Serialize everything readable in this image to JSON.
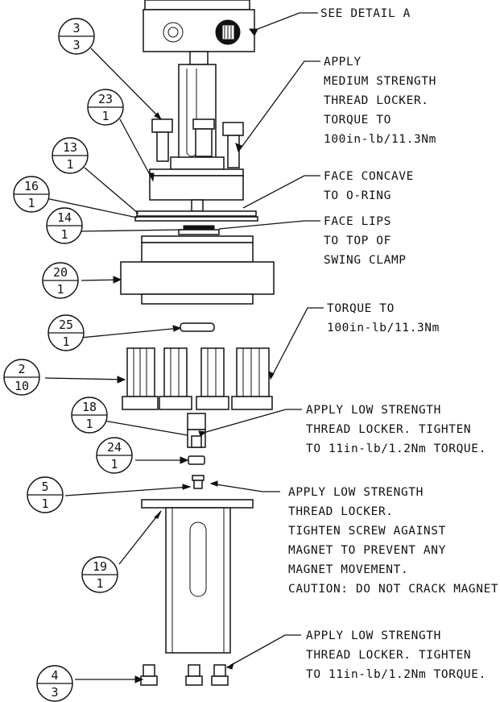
{
  "notes": {
    "detail": "SEE DETAIL  A",
    "thread_medium": [
      "APPLY",
      "MEDIUM STRENGTH",
      "THREAD LOCKER.",
      "TORQUE TO",
      "100in-lb/11.3Nm"
    ],
    "face_concave": [
      "FACE CONCAVE",
      "TO O-RING"
    ],
    "face_lips": [
      "FACE LIPS",
      "TO TOP OF",
      "SWING CLAMP"
    ],
    "torque": [
      "TORQUE TO",
      "100in-lb/11.3Nm"
    ],
    "low_strength_1": [
      "APPLY LOW STRENGTH",
      "THREAD LOCKER. TIGHTEN",
      "TO 11in-lb/1.2Nm TORQUE."
    ],
    "low_strength_magnet": [
      "APPLY LOW STRENGTH",
      "THREAD LOCKER.",
      "TIGHTEN SCREW AGAINST",
      "MAGNET TO PREVENT ANY",
      "MAGNET MOVEMENT.",
      "CAUTION: DO NOT CRACK MAGNET"
    ],
    "low_strength_2": [
      "APPLY LOW STRENGTH",
      "THREAD LOCKER. TIGHTEN",
      "TO 11in-lb/1.2Nm TORQUE."
    ]
  },
  "balloons": [
    {
      "item": "3",
      "qty": "3"
    },
    {
      "item": "23",
      "qty": "1"
    },
    {
      "item": "13",
      "qty": "1"
    },
    {
      "item": "16",
      "qty": "1"
    },
    {
      "item": "14",
      "qty": "1"
    },
    {
      "item": "20",
      "qty": "1"
    },
    {
      "item": "25",
      "qty": "1"
    },
    {
      "item": "2",
      "qty": "10"
    },
    {
      "item": "18",
      "qty": "1"
    },
    {
      "item": "24",
      "qty": "1"
    },
    {
      "item": "5",
      "qty": "1"
    },
    {
      "item": "19",
      "qty": "1"
    },
    {
      "item": "4",
      "qty": "3"
    }
  ]
}
